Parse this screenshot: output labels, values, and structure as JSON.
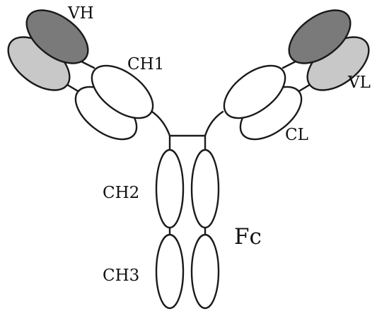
{
  "labels": {
    "vh": "VH",
    "ch1": "CH1",
    "vl": "VL",
    "cl": "CL",
    "ch2": "CH2",
    "ch3": "CH3",
    "fc": "Fc"
  },
  "colors": {
    "heavy_variable": "#7a7a7a",
    "light_variable": "#c8c8c8",
    "constant": "#ffffff",
    "outline": "#1a1a1a"
  }
}
